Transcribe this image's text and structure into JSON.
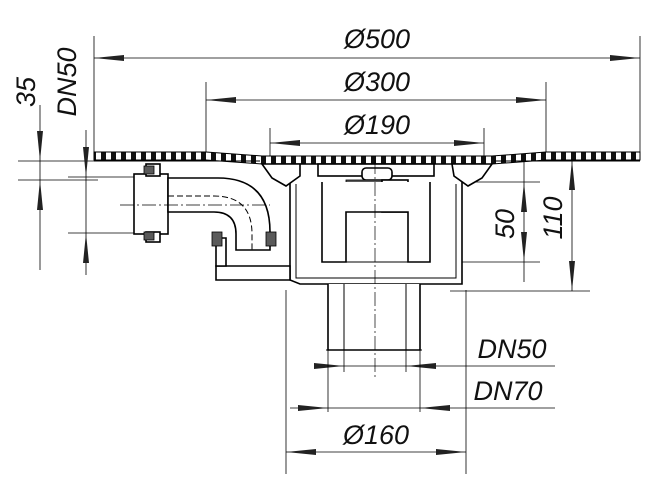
{
  "drawing": {
    "dimensions": {
      "d500": "Ø500",
      "d300": "Ø300",
      "d190": "Ø190",
      "d160": "Ø160",
      "dn50_outlet": "DN50",
      "dn70_outlet": "DN70",
      "dn50_side": "DN50",
      "h35": "35",
      "h50": "50",
      "h110": "110"
    }
  }
}
